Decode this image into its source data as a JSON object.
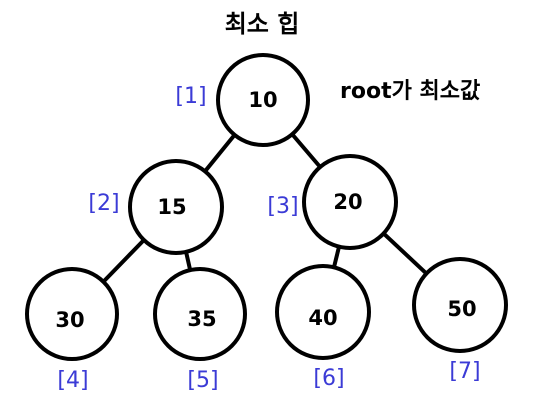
{
  "title": "최소 힙",
  "note": "root가 최소값",
  "colors": {
    "index": "#3b3bd6",
    "stroke": "#000000"
  },
  "nodes": [
    {
      "value": "10",
      "index": "[1]"
    },
    {
      "value": "15",
      "index": "[2]"
    },
    {
      "value": "20",
      "index": "[3]"
    },
    {
      "value": "30",
      "index": "[4]"
    },
    {
      "value": "35",
      "index": "[5]"
    },
    {
      "value": "40",
      "index": "[6]"
    },
    {
      "value": "50",
      "index": "[7]"
    }
  ],
  "edges": [
    [
      0,
      1
    ],
    [
      0,
      2
    ],
    [
      1,
      3
    ],
    [
      1,
      4
    ],
    [
      2,
      5
    ],
    [
      2,
      6
    ]
  ]
}
